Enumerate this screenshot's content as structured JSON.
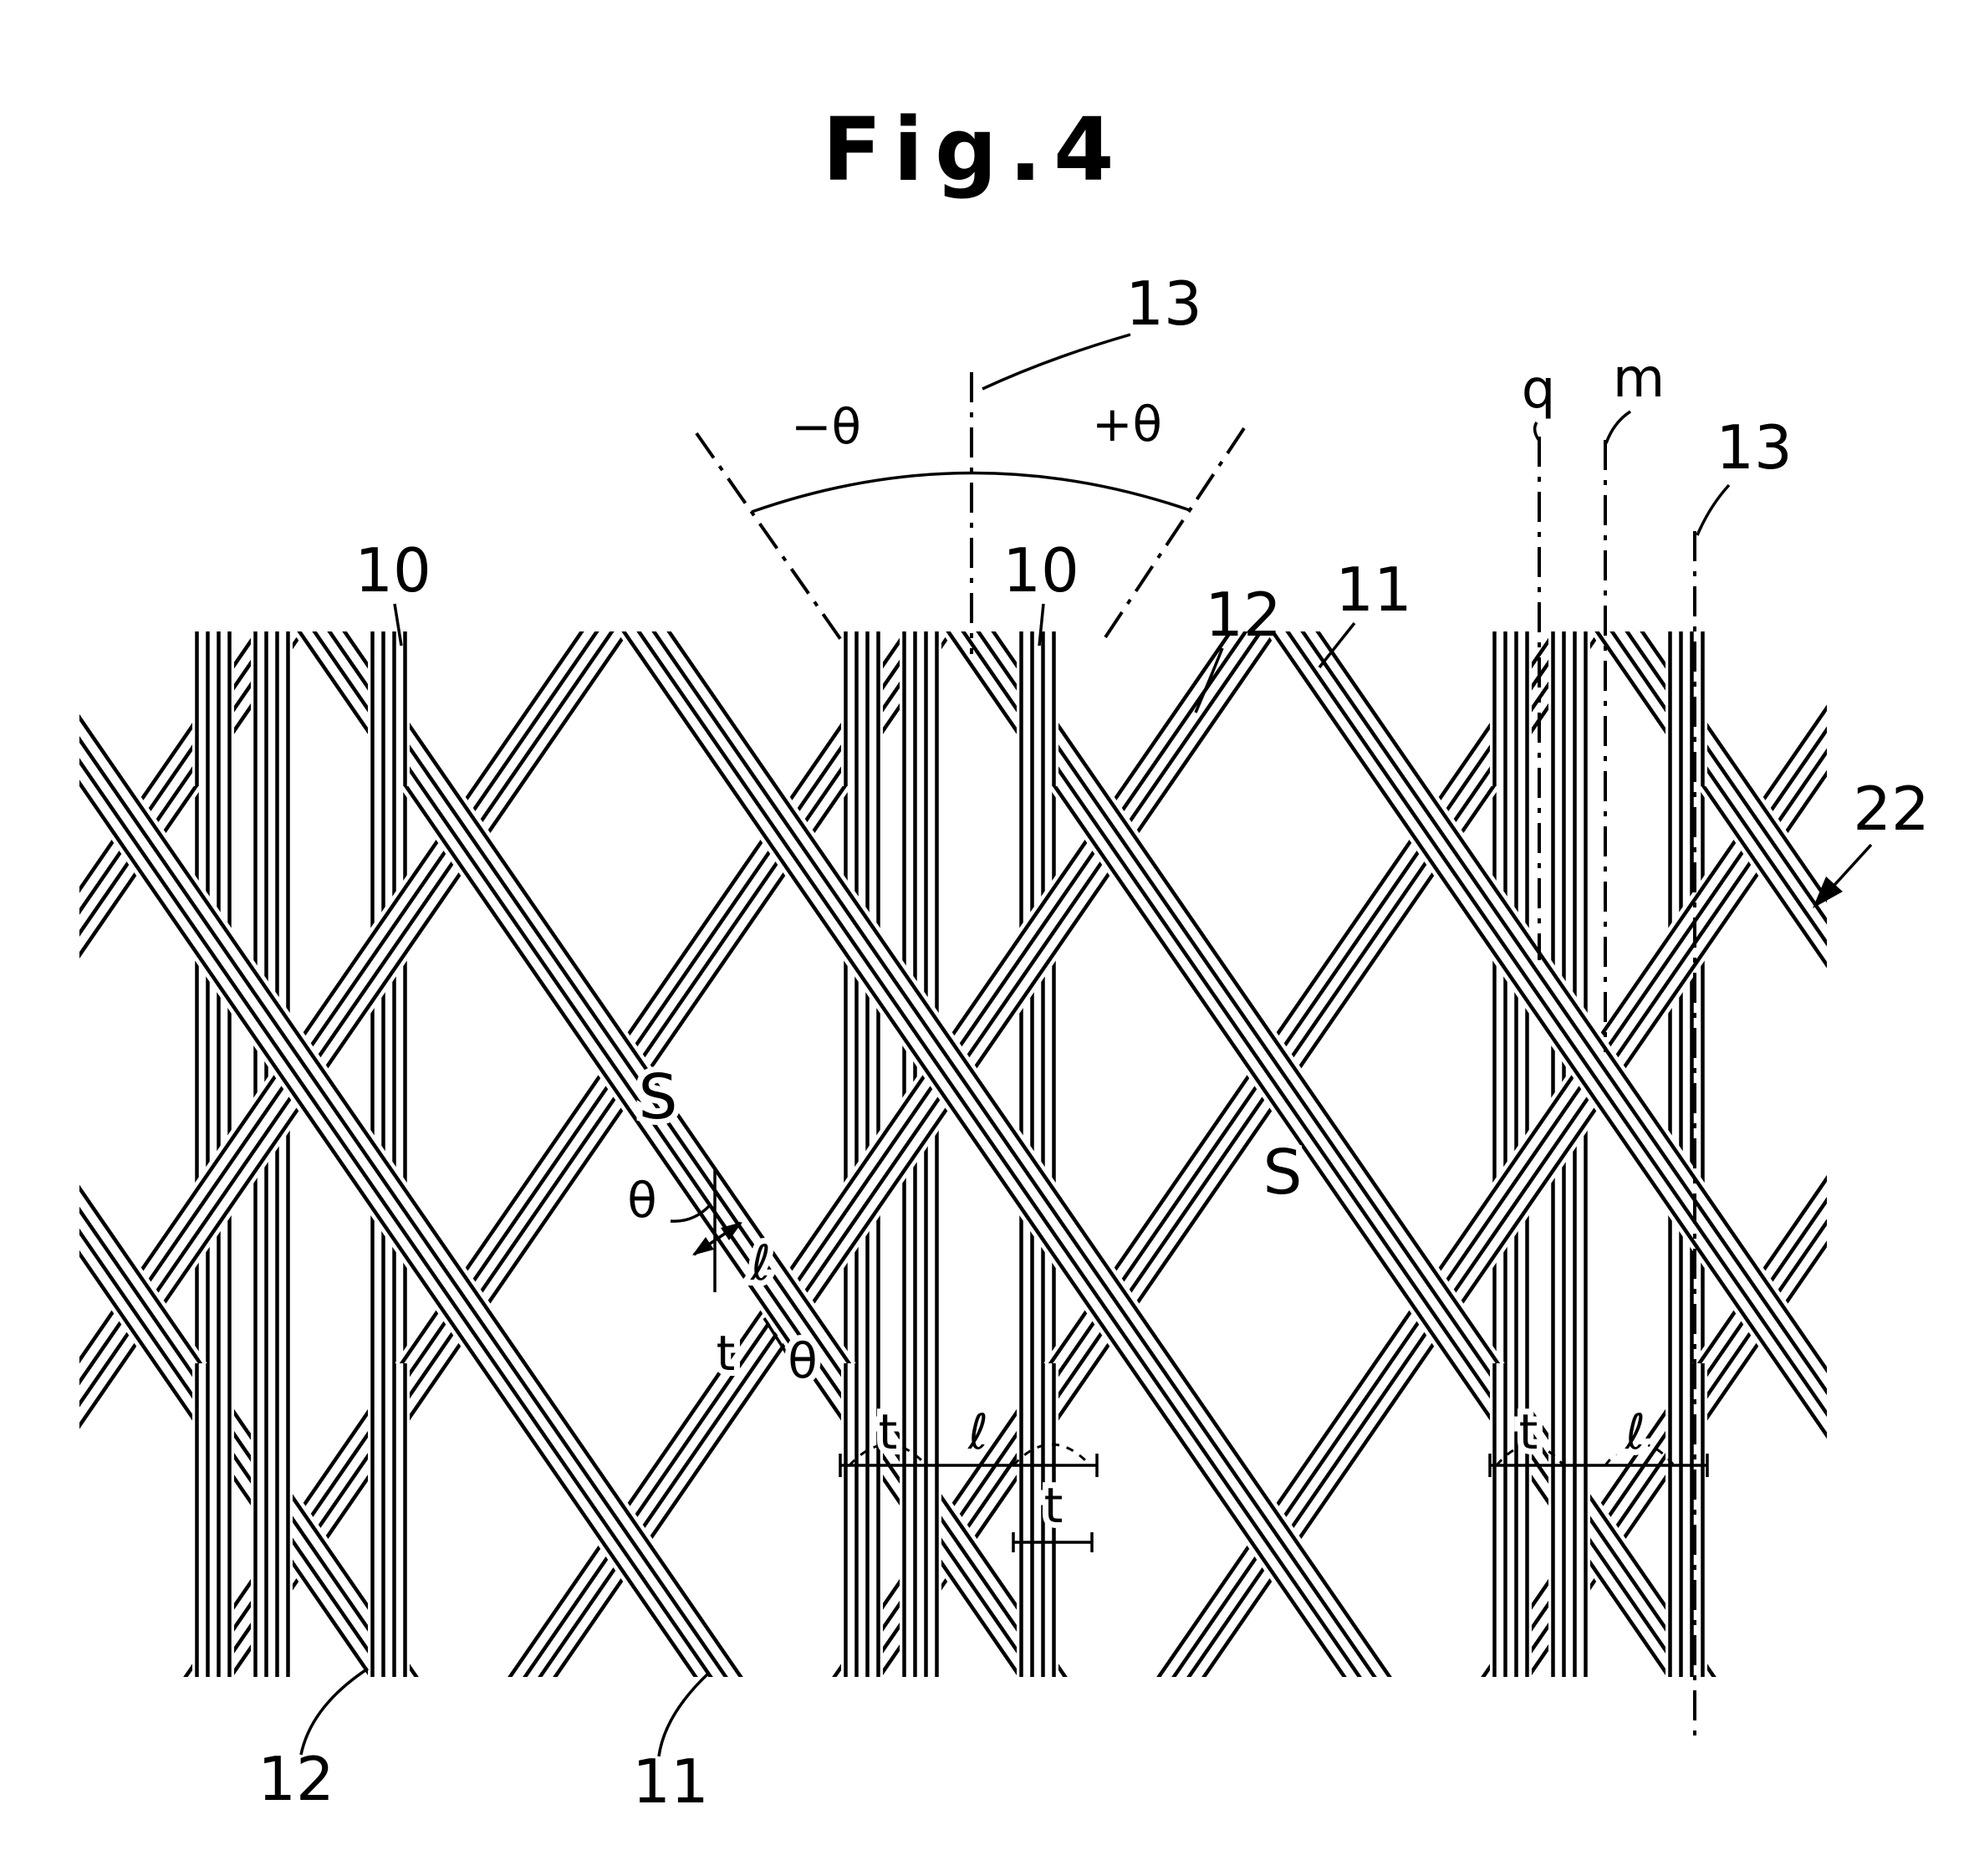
{
  "figure_title": "Fig.4",
  "reference_numerals": {
    "axis_top": "13",
    "axis_right": "13",
    "vertical_strand_left": "10",
    "vertical_strand_center": "10",
    "cross_strand_top": "12",
    "cross_strand_bottom": "12",
    "diagonal_strand_top": "11",
    "diagonal_strand_bottom": "11",
    "braid_assembly": "22",
    "line_q": "q",
    "line_m": "m"
  },
  "annotations": {
    "minus_theta": "−θ",
    "plus_theta": "+θ",
    "theta_1": "θ",
    "theta_2": "θ",
    "t_mid": "t",
    "ell_mid": "ℓ",
    "t_bottom_center_1": "t",
    "ell_bottom_center": "ℓ",
    "t_bottom_center_2": "t",
    "t_bottom_right": "t",
    "ell_bottom_right": "ℓ",
    "opening_left": "S",
    "opening_right": "S"
  },
  "colors": {
    "ink": "#000000",
    "background": "#ffffff"
  }
}
